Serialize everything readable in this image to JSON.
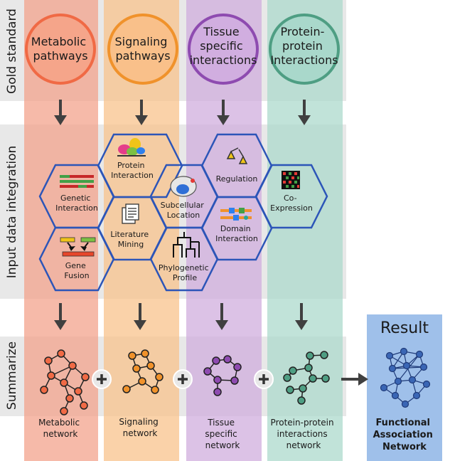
{
  "rows": {
    "gold_standard": "Gold standard",
    "input_integration": "Input data integration",
    "summarize": "Summarize"
  },
  "gold": {
    "metabolic": [
      "Metabolic",
      "pathways"
    ],
    "signaling": [
      "Signaling",
      "pathways"
    ],
    "tissue": [
      "Tissue",
      "specific",
      "interactions"
    ],
    "ppi": [
      "Protein-",
      "protein",
      "Interactions"
    ]
  },
  "hexes": {
    "protein_interaction": [
      "Protein",
      "Interaction"
    ],
    "genetic_interaction": [
      "Genetic",
      "Interaction"
    ],
    "subcellular_location": [
      "Subcellular",
      "Location"
    ],
    "regulation": [
      "Regulation"
    ],
    "co_expression": [
      "Co-",
      "Expression"
    ],
    "literature_mining": [
      "Literature",
      "Mining"
    ],
    "domain_interaction": [
      "Domain",
      "Interaction"
    ],
    "gene_fusion": [
      "Gene",
      "Fusion"
    ],
    "phylogenetic_profile": [
      "Phylogenetic",
      "Profile"
    ]
  },
  "networks": {
    "metabolic": [
      "Metabolic",
      "network"
    ],
    "signaling": [
      "Signaling",
      "network"
    ],
    "tissue": [
      "Tissue",
      "specific",
      "network"
    ],
    "ppi": [
      "Protein-protein",
      "interactions",
      "network"
    ]
  },
  "result": {
    "title": "Result",
    "label": [
      "Functional",
      "Association",
      "Network"
    ]
  },
  "colors": {
    "metabolic": "#f06a45",
    "signaling": "#f0922b",
    "tissue": "#8e4bb0",
    "ppi": "#4e9e83",
    "result": "#3a66b5",
    "hex_stroke": "#2c55b8"
  }
}
